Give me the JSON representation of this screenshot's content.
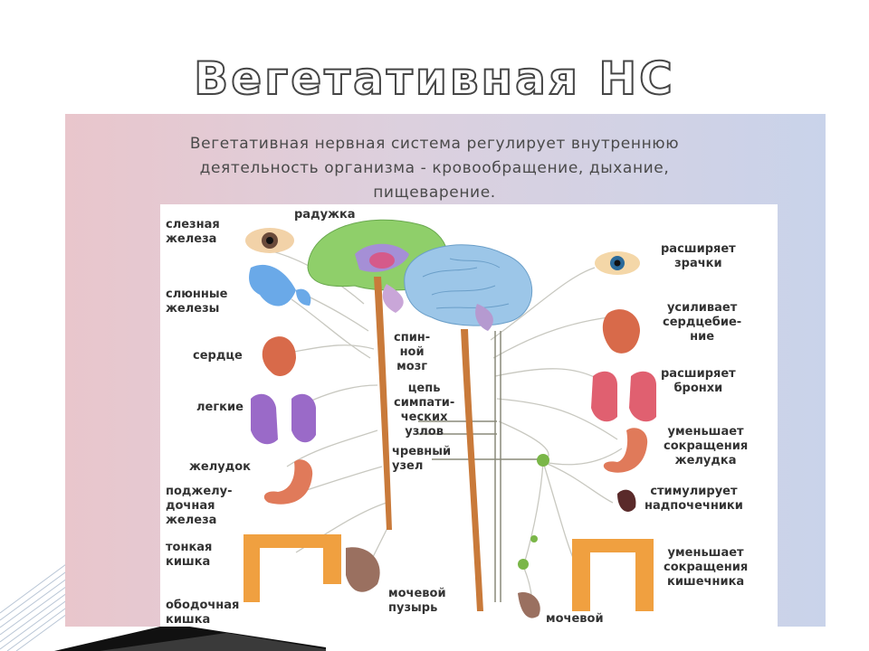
{
  "slide": {
    "title": "Вегетативная НС",
    "intro": "Вегетативная нервная система регулирует внутреннюю деятельность организма - кровообращение, дыхание, пищеварение."
  },
  "diagram": {
    "left_labels": {
      "lacrimal": "слезная\nжелеза",
      "iris": "радужка",
      "salivary": "слюнные\nжелезы",
      "heart": "сердце",
      "lungs": "легкие",
      "stomach": "желудок",
      "pancreas": "поджелу-\nдочная\nжелеза",
      "small_intestine": "тонкая\nкишка",
      "colon": "ободочная\nкишка",
      "bladder": "мочевой\nпузырь"
    },
    "center_labels": {
      "spinal_cord": "спин-\nной\nмозг",
      "sympathetic_chain": "цепь\nсимпати-\nческих\nузлов",
      "celiac_ganglion": "чревный\nузел"
    },
    "right_labels": {
      "pupils": "расширяет\nзрачки",
      "heartbeat": "усиливает\nсердцебие-\nние",
      "bronchi": "расширяет\nбронхи",
      "stomach": "уменьшает\nсокращения\nжелудка",
      "adrenal": "стимулирует\nнадпочечники",
      "intestine": "уменьшает\nсокращения\nкишечника",
      "bladder": "мочевой"
    }
  }
}
